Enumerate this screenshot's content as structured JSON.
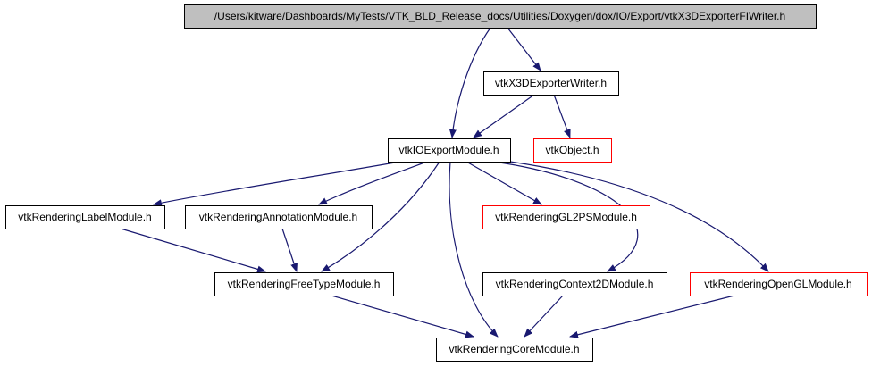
{
  "diagram": {
    "colors": {
      "edge": "#191970",
      "normal_border": "#000000",
      "external_border": "#ff0000",
      "root_fill": "#bfbfbf",
      "node_fill": "#ffffff"
    },
    "nodes": [
      {
        "id": "root",
        "label": "/Users/kitware/Dashboards/MyTests/VTK_BLD_Release_docs/Utilities/Doxygen/dox/IO/Export/vtkX3DExporterFIWriter.h",
        "style": "root"
      },
      {
        "id": "x3dwriter",
        "label": "vtkX3DExporterWriter.h",
        "style": "normal"
      },
      {
        "id": "ioexport",
        "label": "vtkIOExportModule.h",
        "style": "normal"
      },
      {
        "id": "object",
        "label": "vtkObject.h",
        "style": "external"
      },
      {
        "id": "label",
        "label": "vtkRenderingLabelModule.h",
        "style": "normal"
      },
      {
        "id": "annotation",
        "label": "vtkRenderingAnnotationModule.h",
        "style": "normal"
      },
      {
        "id": "gl2ps",
        "label": "vtkRenderingGL2PSModule.h",
        "style": "external"
      },
      {
        "id": "freetype",
        "label": "vtkRenderingFreeTypeModule.h",
        "style": "normal"
      },
      {
        "id": "context2d",
        "label": "vtkRenderingContext2DModule.h",
        "style": "normal"
      },
      {
        "id": "opengl",
        "label": "vtkRenderingOpenGLModule.h",
        "style": "external"
      },
      {
        "id": "core",
        "label": "vtkRenderingCoreModule.h",
        "style": "normal"
      }
    ],
    "edges": [
      {
        "from": "root",
        "to": "x3dwriter"
      },
      {
        "from": "root",
        "to": "ioexport"
      },
      {
        "from": "x3dwriter",
        "to": "ioexport"
      },
      {
        "from": "x3dwriter",
        "to": "object"
      },
      {
        "from": "ioexport",
        "to": "label"
      },
      {
        "from": "ioexport",
        "to": "annotation"
      },
      {
        "from": "ioexport",
        "to": "freetype"
      },
      {
        "from": "ioexport",
        "to": "gl2ps"
      },
      {
        "from": "ioexport",
        "to": "context2d"
      },
      {
        "from": "ioexport",
        "to": "opengl"
      },
      {
        "from": "ioexport",
        "to": "core"
      },
      {
        "from": "label",
        "to": "freetype"
      },
      {
        "from": "annotation",
        "to": "freetype"
      },
      {
        "from": "freetype",
        "to": "core"
      },
      {
        "from": "context2d",
        "to": "core"
      },
      {
        "from": "opengl",
        "to": "core"
      }
    ]
  }
}
